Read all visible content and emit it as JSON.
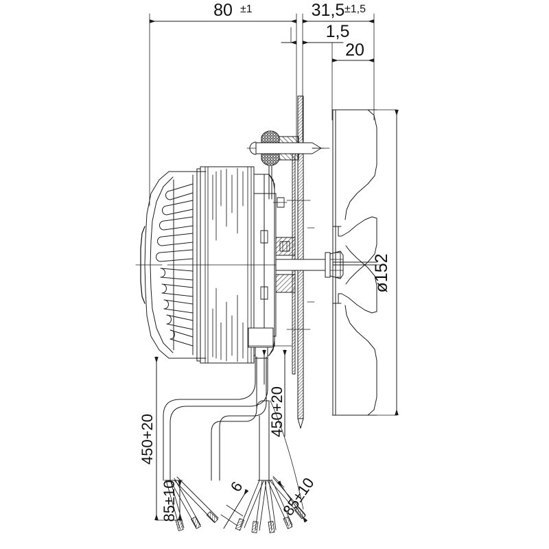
{
  "drawing": {
    "title": "Electric fan motor assembly cross-section technical drawing",
    "sheet_width": 800,
    "sheet_height": 800,
    "background_color": "#ffffff",
    "line_color": "#1a1a1a",
    "text_color": "#111111"
  },
  "dimensions": {
    "overall_motor_length": "80 ±1",
    "overall_motor_length_value": "80",
    "overall_motor_length_tol": "±1",
    "fan_offset": "31,5 ±1,5",
    "fan_offset_value": "31,5",
    "fan_offset_tol": "±1,5",
    "plate_thickness": "1,5",
    "blade_depth": "20",
    "fan_diameter": "ø152",
    "lead_length_left": "450+20",
    "lead_length_right": "450+20",
    "strip_length_left": "85±10",
    "strip_length_right": "85±10",
    "wire_gauge_callout": "6"
  },
  "labels": [
    {
      "id": "dim-80",
      "text": "80 ±1",
      "kind": "linear-horizontal"
    },
    {
      "id": "dim-31-5",
      "text": "31,5 ±1,5",
      "kind": "linear-horizontal"
    },
    {
      "id": "dim-1-5",
      "text": "1,5",
      "kind": "linear-horizontal"
    },
    {
      "id": "dim-20",
      "text": "20",
      "kind": "linear-horizontal"
    },
    {
      "id": "dim-d152",
      "text": "ø152",
      "kind": "diameter-vertical"
    },
    {
      "id": "dim-450-left",
      "text": "450+20",
      "kind": "linear-vertical"
    },
    {
      "id": "dim-450-right",
      "text": "450+20",
      "kind": "linear-vertical"
    },
    {
      "id": "dim-85-left",
      "text": "85±10",
      "kind": "linear-vertical"
    },
    {
      "id": "dim-85-right",
      "text": "85±10",
      "kind": "linear-angled"
    },
    {
      "id": "dim-6",
      "text": "6",
      "kind": "leader-callout"
    }
  ],
  "components": {
    "motor_housing": "finned motor end cap with cooling slots",
    "motor_body": "ribbed cylindrical stator housing",
    "mounting_plate": "hatched vertical sheet-metal mounting plate",
    "rivet": "upper hatched rivet / fastener detail",
    "bearing": "ball bearing section",
    "shaft": "output shaft with hex nut",
    "impeller": "backward-curved fan blade profile",
    "cable_left": "three-conductor lead with crimped ferrules",
    "cable_right": "five-conductor lead with crimped ferrules"
  }
}
